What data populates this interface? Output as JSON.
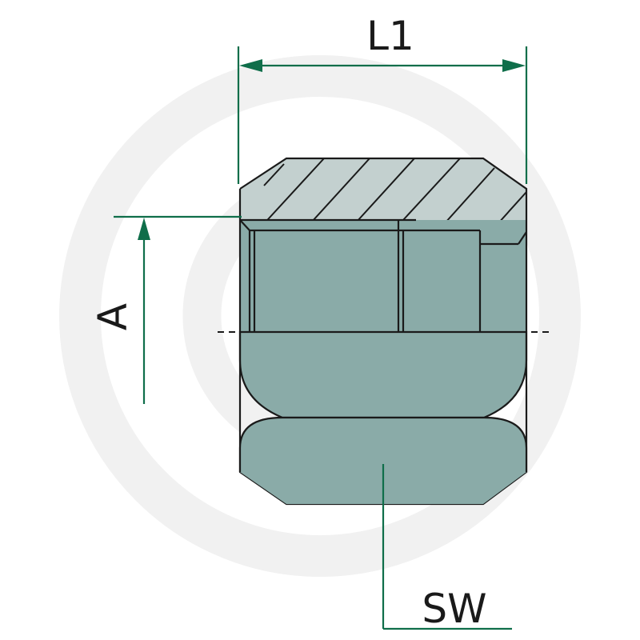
{
  "labels": {
    "length": "L1",
    "thread_position": "A",
    "wrench_size": "SW"
  },
  "colors": {
    "body_fill": "#8aaba8",
    "body_fill_dark": "#7d9f9c",
    "hatch_fill": "#c3d0cf",
    "outline": "#1a1a1a",
    "dimension": "#0f6e4a",
    "watermark": "#f0f0f0"
  }
}
